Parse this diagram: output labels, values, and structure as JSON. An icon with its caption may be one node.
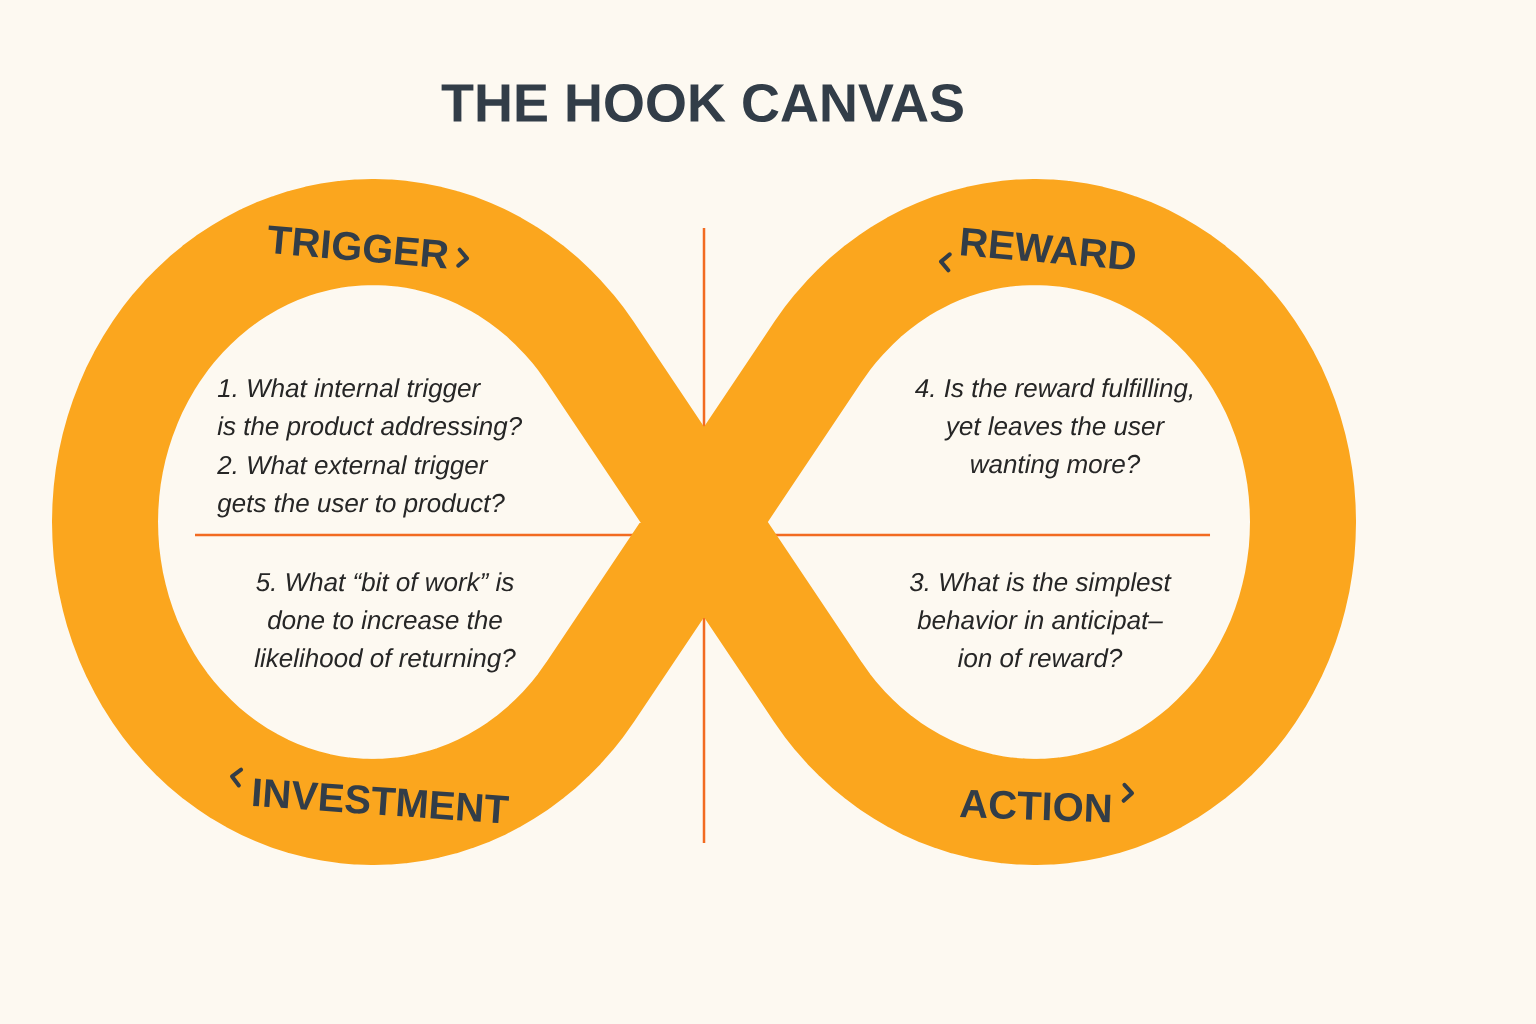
{
  "diagram": {
    "title": "THE HOOK CANVAS",
    "labels": [
      "TRIGGER",
      "REWARD",
      "1. What internal trigger is the product addressing?",
      "4. Is the reward fulfilling, yet leaves the user wanting more?",
      "2. What external trigger gets the user to product?",
      "5. What “bit of work” is done to increase the likelihood of returning?",
      "3. What is the simplest behavior in anticipat– ion of reward?",
      "INVESTMENT",
      "ACTION"
    ]
  }
}
